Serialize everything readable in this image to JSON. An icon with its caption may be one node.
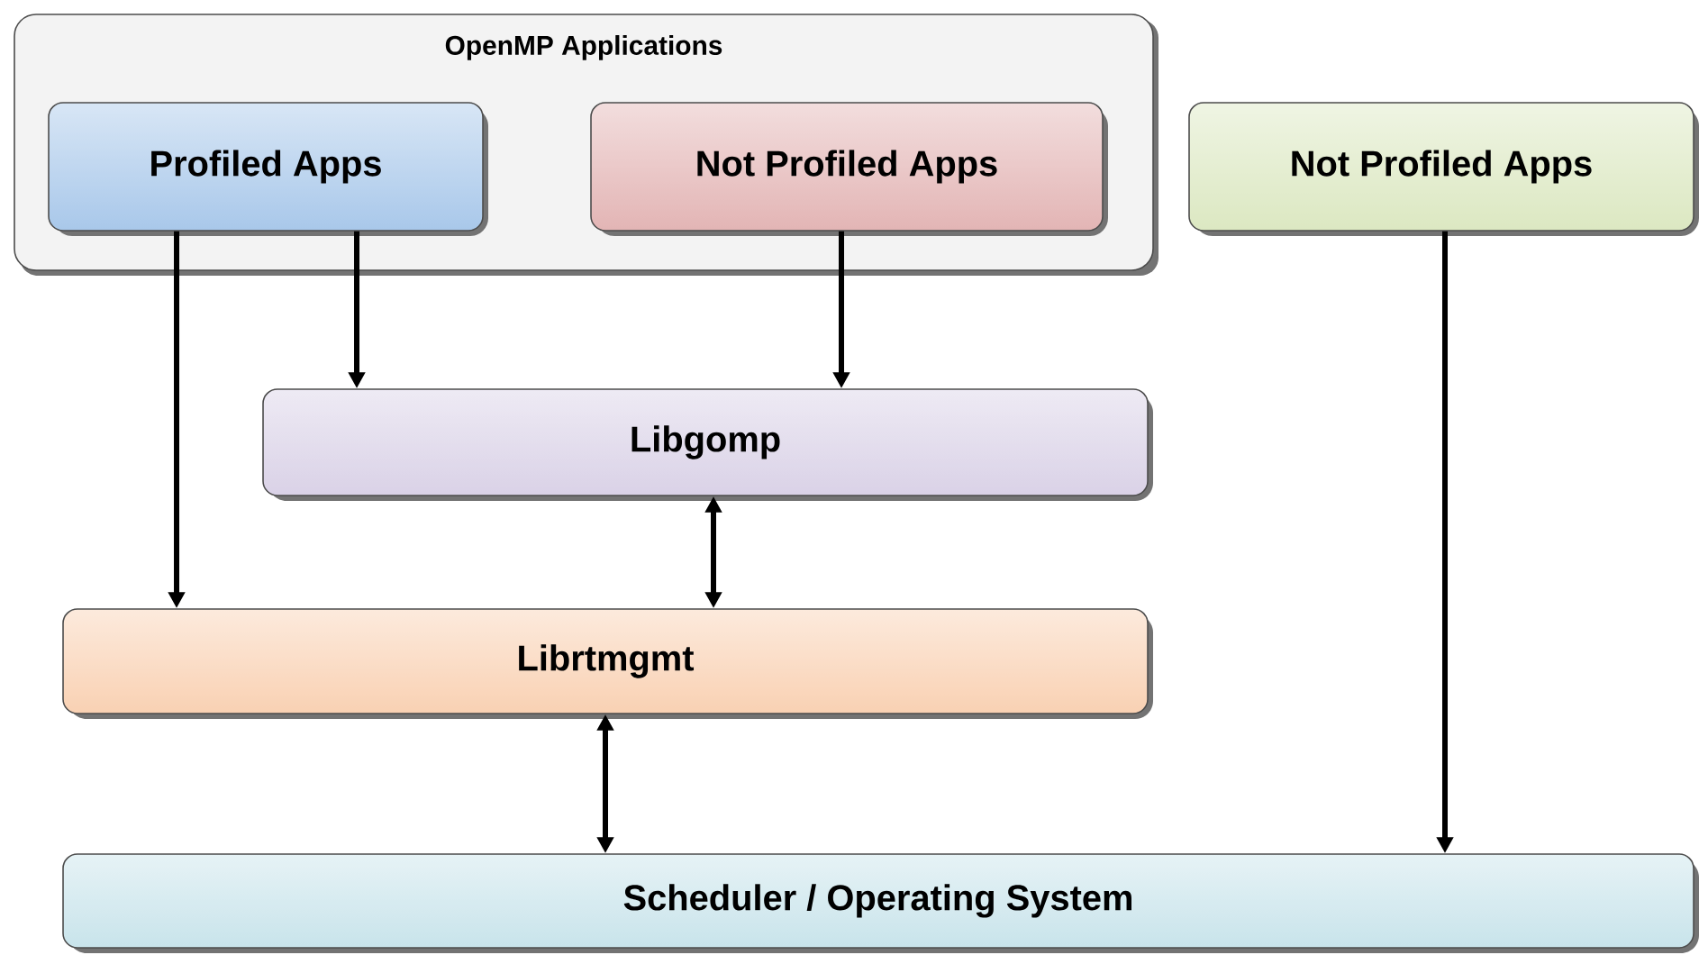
{
  "diagram": {
    "nodes": [
      {
        "text": [
          "OpenMP Applications"
        ]
      },
      {
        "text": [
          "Profiled Apps"
        ],
        "in": 0
      },
      {
        "text": [
          "Not Profiled Apps"
        ],
        "in": 0
      },
      {
        "text": [
          "Not Profiled Apps"
        ]
      },
      {
        "text": [
          "Libgomp"
        ]
      },
      {
        "text": [
          "Librtmgmt"
        ]
      },
      {
        "text": [
          "Scheduler / Operating System"
        ]
      }
    ],
    "edges": [
      {
        "from": 1,
        "to": 5,
        "arrow": "to"
      },
      {
        "from": 1,
        "to": 4,
        "arrow": "to"
      },
      {
        "from": 2,
        "to": 4,
        "arrow": "to"
      },
      {
        "from": 4,
        "to": 5,
        "arrow": "both"
      },
      {
        "from": 5,
        "to": 6,
        "arrow": "both"
      },
      {
        "from": 3,
        "to": 6,
        "arrow": "to"
      }
    ]
  }
}
